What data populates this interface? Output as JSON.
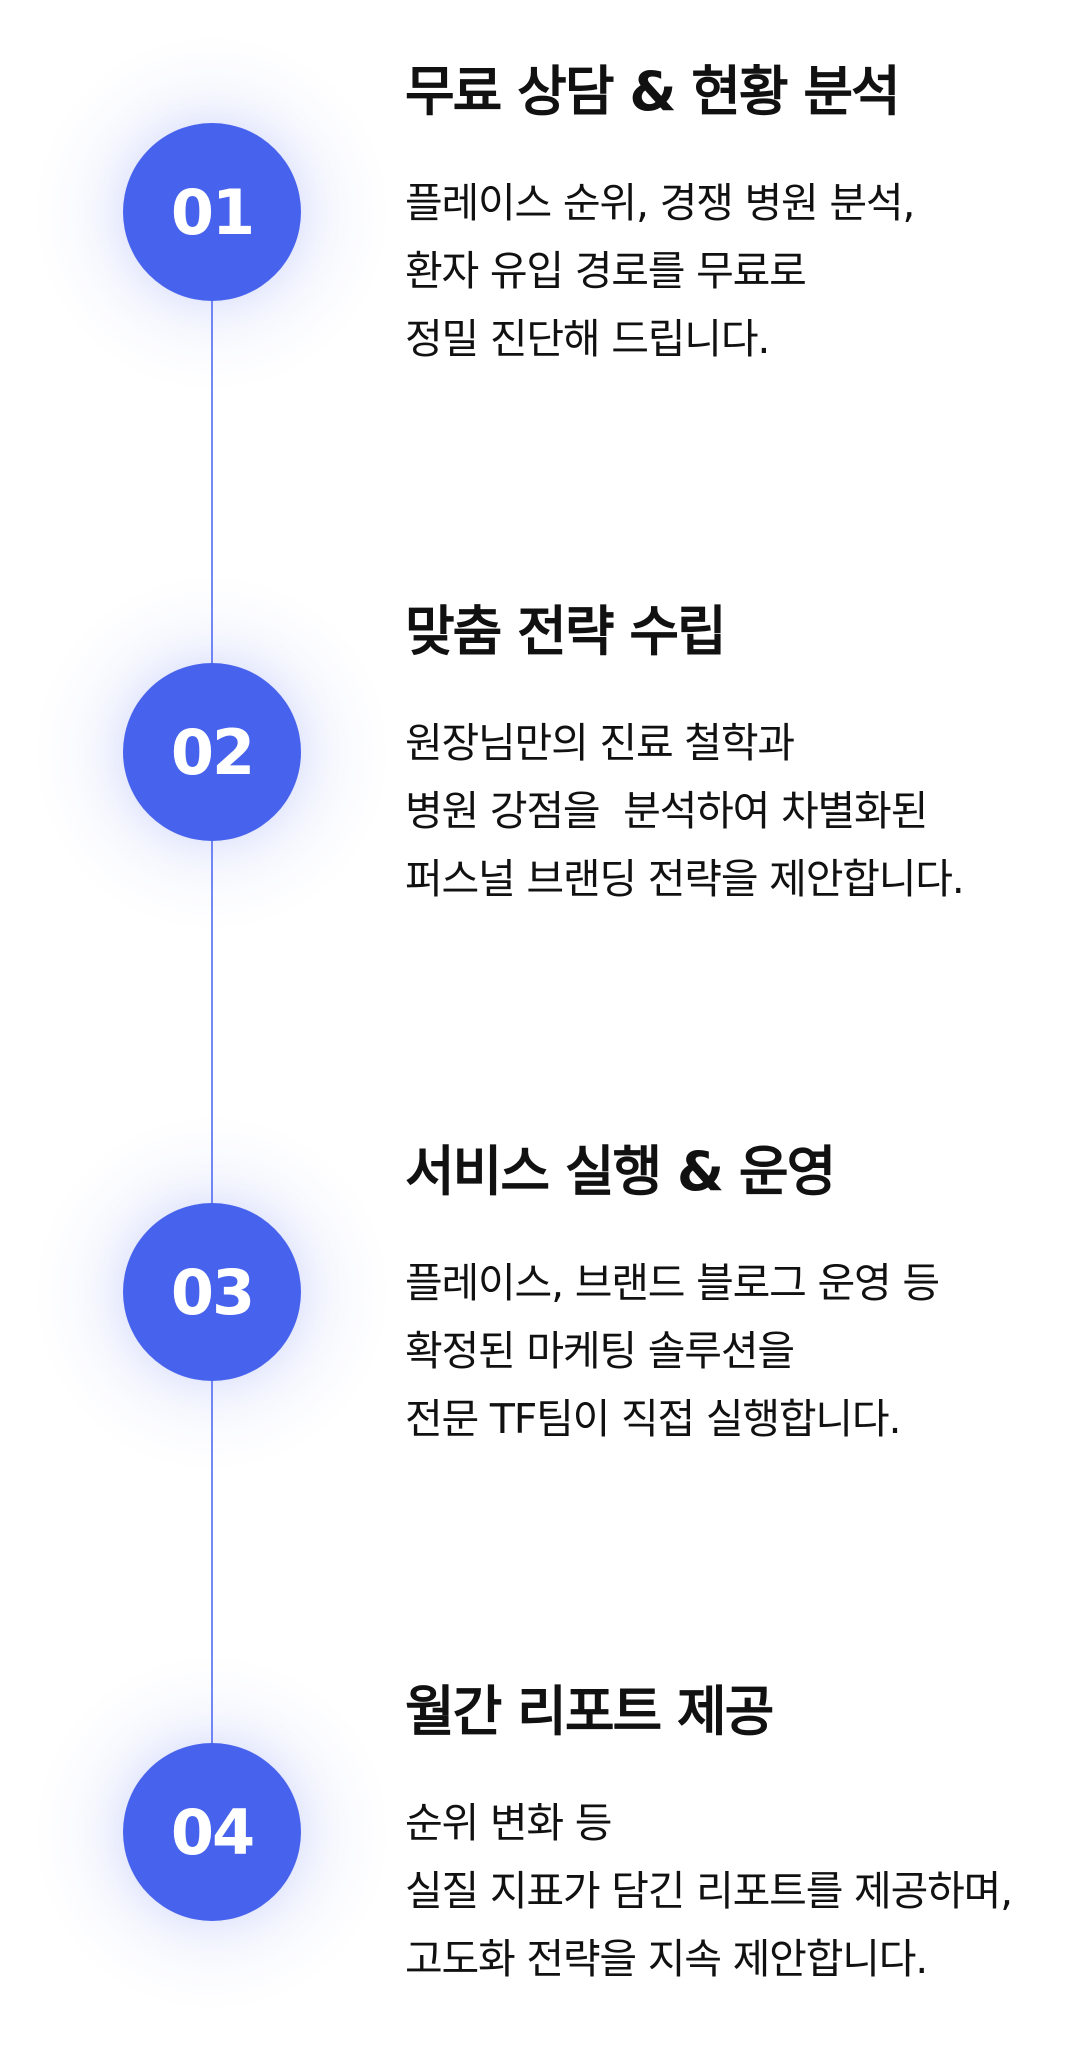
{
  "theme": {
    "accent": "#4763ed",
    "line": "#5b74f2",
    "text": "#111111"
  },
  "steps": [
    {
      "number": "01",
      "title": "무료 상담 & 현황 분석",
      "lines": [
        "플레이스 순위, 경쟁 병원 분석,",
        "환자 유입 경로를 무료로",
        "정밀 진단해 드립니다."
      ]
    },
    {
      "number": "02",
      "title": "맞춤 전략 수립",
      "lines": [
        "원장님만의 진료 철학과",
        "병원 강점을  분석하여 차별화된",
        "퍼스널 브랜딩 전략을 제안합니다."
      ]
    },
    {
      "number": "03",
      "title": "서비스 실행 & 운영",
      "lines": [
        "플레이스, 브랜드 블로그 운영 등",
        "확정된 마케팅 솔루션을",
        "전문 TF팀이 직접 실행합니다."
      ]
    },
    {
      "number": "04",
      "title": "월간 리포트 제공",
      "lines": [
        "순위 변화 등",
        "실질 지표가 담긴 리포트를 제공하며,",
        "고도화 전략을 지속 제안합니다."
      ]
    }
  ]
}
